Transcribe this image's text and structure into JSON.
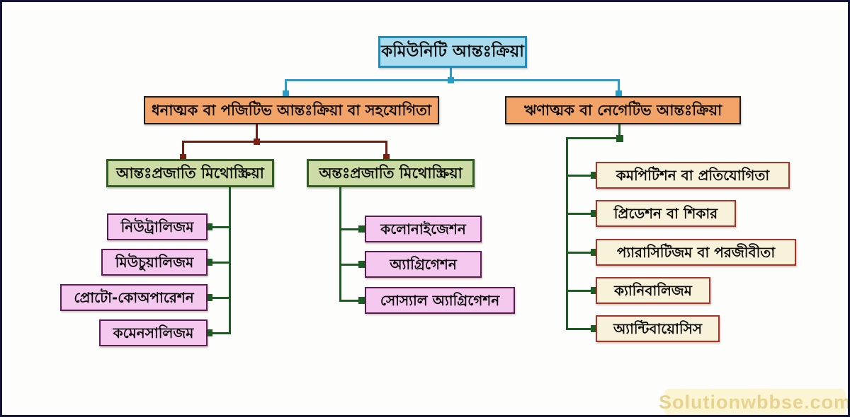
{
  "tree": {
    "root": "কমিউনিটি আন্তঃক্রিয়া",
    "positive": "ধনাত্মক বা পজিটিভ আন্তঃক্রিয়া বা সহযোগিতা",
    "negative": "ঋণাত্মক বা নেগেটিভ আন্তঃক্রিয়া",
    "interspecific": "আন্তঃপ্রজাতি মিথোস্ক্রিয়া",
    "intraspecific": "অন্তঃপ্রজাতি মিথোস্ক্রিয়া",
    "interspecific_items": [
      "নিউট্রালিজম",
      "মিউচুয়ালিজম",
      "প্রোটো-কোঅপারেশন",
      "কমেনসালিজম"
    ],
    "intraspecific_items": [
      "কলোনাইজেশন",
      "অ্যাগ্রিগেশন",
      "সোস্যাল অ্যাগ্রিগেশন"
    ],
    "negative_items": [
      "কমপিটিশন বা প্রতিযোগিতা",
      "প্রিডেশন বা শিকার",
      "প্যারাসিটিজম বা পরজীবীতা",
      "ক্যানিবালিজম",
      "অ্যান্টিবায়োসিস"
    ]
  },
  "watermark": "Solutionwbbse.com",
  "colors": {
    "root_fill": "#aadcef",
    "root_border": "#1f8dbb",
    "branch_fill": "#f2a368",
    "branch_border": "#1c1c1c",
    "subgroup_fill": "#ccdca4",
    "subgroup_border": "#2f5c1f",
    "leaf_pink_fill": "#f5c9ef",
    "leaf_pink_border": "#5c1a52",
    "leaf_cream_fill": "#f9f2da",
    "leaf_cream_border": "#aa3328",
    "connector_blue": "#2a9cc8",
    "connector_maroon": "#6e1d12",
    "connector_green": "#1d5c22"
  }
}
